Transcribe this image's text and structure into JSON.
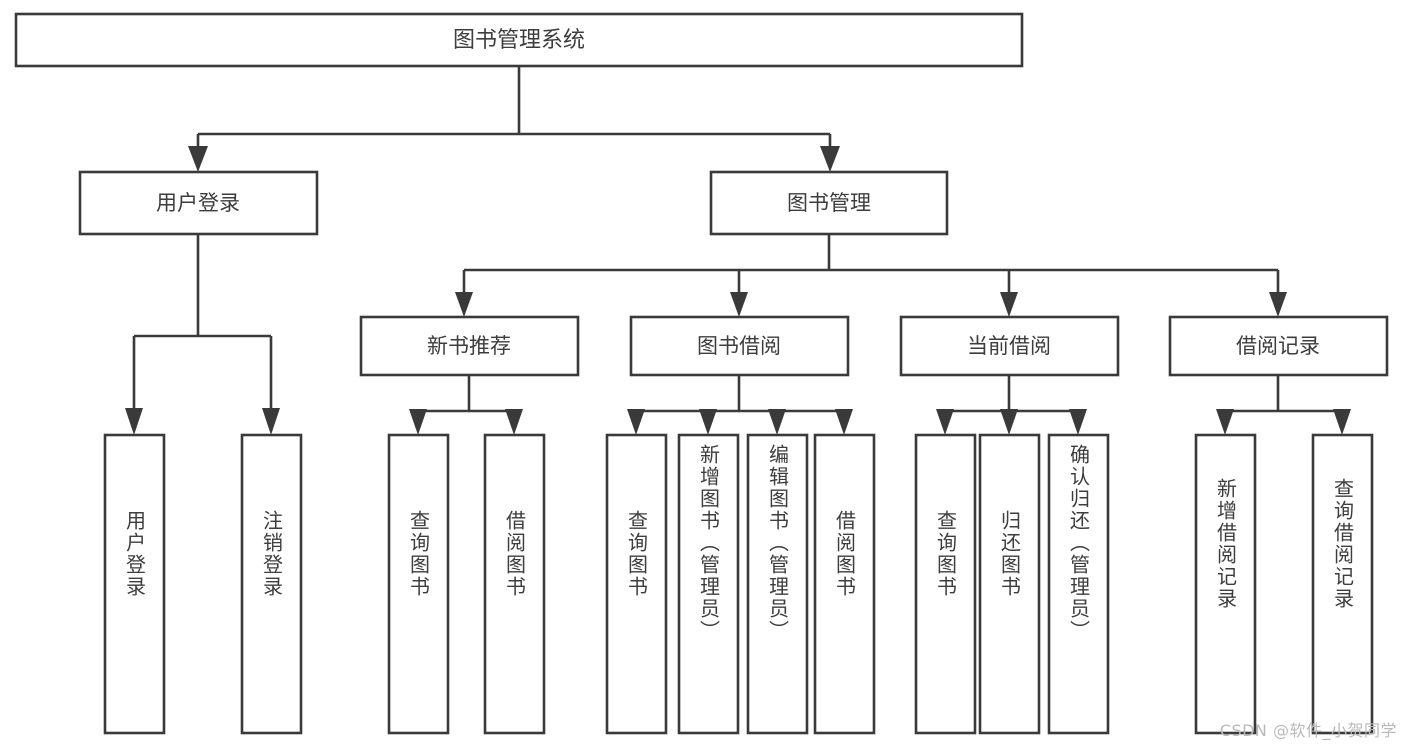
{
  "diagram": {
    "type": "tree-hierarchy",
    "title": "图书管理系统",
    "orientation": "top-down",
    "colors": {
      "box_stroke": "#3a3a3a",
      "box_fill": "#ffffff",
      "text": "#3d3d3d",
      "connector": "#3a3a3a",
      "watermark": "#b9b9b9",
      "background": "#ffffff"
    },
    "root": {
      "label": "图书管理系统"
    },
    "level2": [
      {
        "id": "user-login",
        "label": "用户登录"
      },
      {
        "id": "book-manage",
        "label": "图书管理"
      }
    ],
    "level3": [
      {
        "id": "new-book-recommend",
        "label": "新书推荐"
      },
      {
        "id": "book-borrow",
        "label": "图书借阅"
      },
      {
        "id": "current-borrow",
        "label": "当前借阅"
      },
      {
        "id": "borrow-record",
        "label": "借阅记录"
      }
    ],
    "leaves": {
      "user_login": [
        {
          "id": "leaf-user-login",
          "label": "用户登录"
        },
        {
          "id": "leaf-logout-login",
          "label": "注销登录"
        }
      ],
      "new_book_recommend": [
        {
          "id": "leaf-query-book-1",
          "label": "查询图书"
        },
        {
          "id": "leaf-borrow-book-1",
          "label": "借阅图书"
        }
      ],
      "book_borrow": [
        {
          "id": "leaf-query-book-2",
          "label": "查询图书"
        },
        {
          "id": "leaf-add-book",
          "label": "新增图书（管理员）"
        },
        {
          "id": "leaf-edit-book",
          "label": "编辑图书（管理员）"
        },
        {
          "id": "leaf-borrow-book-2",
          "label": "借阅图书"
        }
      ],
      "current_borrow": [
        {
          "id": "leaf-query-book-3",
          "label": "查询图书"
        },
        {
          "id": "leaf-return-book",
          "label": "归还图书"
        },
        {
          "id": "leaf-confirm-return",
          "label": "确认归还（管理员）"
        }
      ],
      "borrow_record": [
        {
          "id": "leaf-add-record",
          "label": "新增借阅记录"
        },
        {
          "id": "leaf-query-record",
          "label": "查询借阅记录"
        }
      ]
    }
  },
  "watermark": {
    "text": "CSDN @软件_小贺同学"
  }
}
